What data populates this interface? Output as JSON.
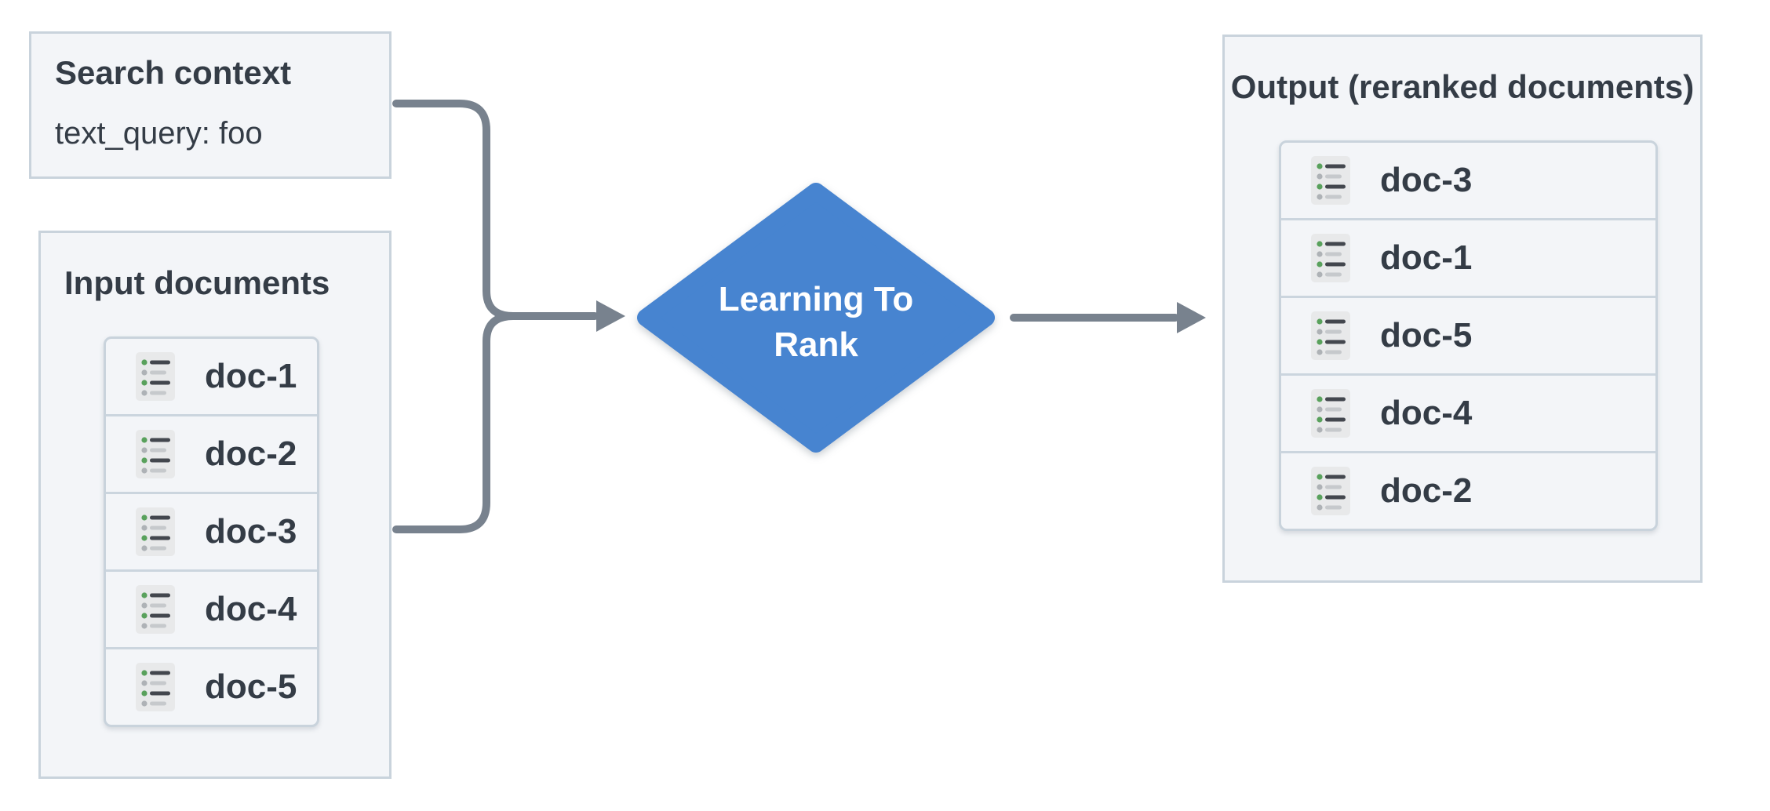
{
  "search_context": {
    "title": "Search context",
    "query": "text_query: foo"
  },
  "input_box": {
    "title": "Input documents",
    "docs": [
      "doc-1",
      "doc-2",
      "doc-3",
      "doc-4",
      "doc-5"
    ]
  },
  "diamond": {
    "label_line1": "Learning To",
    "label_line2": "Rank"
  },
  "output_box": {
    "title": "Output (reranked documents)",
    "docs": [
      "doc-3",
      "doc-1",
      "doc-5",
      "doc-4",
      "doc-2"
    ]
  },
  "icons": {
    "doc_icon_name": "document-list-icon"
  },
  "colors": {
    "diamond_blue": "#4684D0",
    "arrow_gray": "#78828E",
    "panel_bg": "#F3F5F8",
    "panel_border": "#C9D3DC",
    "text_dark": "#343C46",
    "icon_green": "#59A15C",
    "icon_gray_dot": "#AEB2B6",
    "icon_dark_line": "#43474E",
    "icon_light_line": "#C6C9CC"
  }
}
